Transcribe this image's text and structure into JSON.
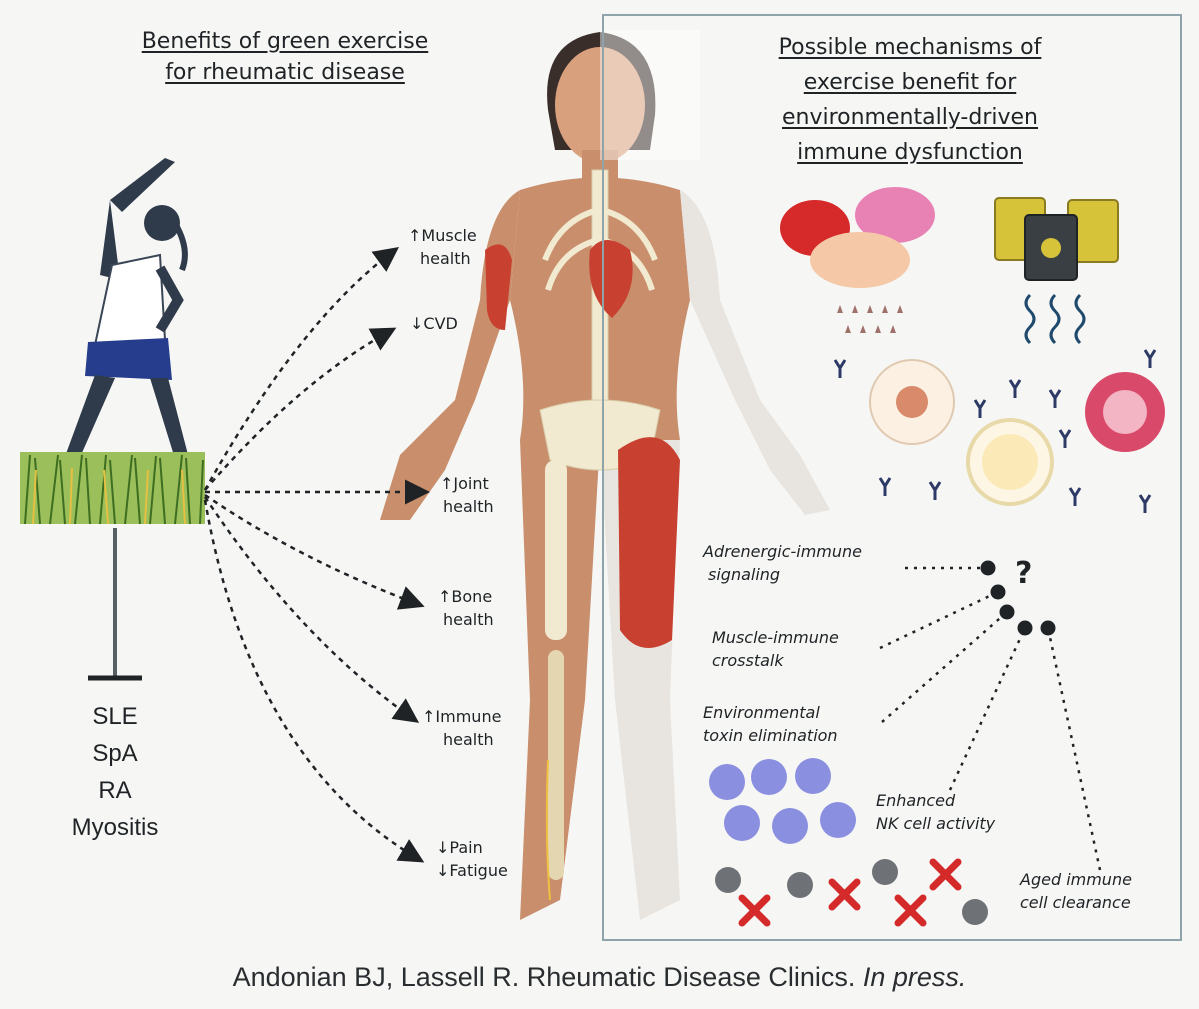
{
  "left_title": [
    "Benefits of green exercise",
    "for rheumatic disease"
  ],
  "right_title": [
    "Possible mechanisms of",
    "exercise benefit for",
    "environmentally-driven",
    "immune dysfunction"
  ],
  "benefits": [
    {
      "lines": [
        "↑Muscle",
        "health"
      ]
    },
    {
      "lines": [
        "↓CVD"
      ]
    },
    {
      "lines": [
        "↑Joint",
        "health"
      ]
    },
    {
      "lines": [
        "↑Bone",
        "health"
      ]
    },
    {
      "lines": [
        "↑Immune",
        "health"
      ]
    },
    {
      "lines": [
        "↓Pain",
        "↓Fatigue"
      ]
    }
  ],
  "diseases": [
    "SLE",
    "SpA",
    "RA",
    "Myositis"
  ],
  "mechanisms": [
    {
      "lines": [
        "Adrenergic-immune",
        "signaling"
      ]
    },
    {
      "lines": [
        "Muscle-immune",
        "crosstalk"
      ]
    },
    {
      "lines": [
        "Environmental",
        "toxin elimination"
      ]
    },
    {
      "lines": [
        "Enhanced",
        "NK cell activity"
      ]
    },
    {
      "lines": [
        "Aged immune",
        "cell clearance"
      ]
    }
  ],
  "question_mark": "?",
  "citation": {
    "main": "Andonian BJ, Lassell R. Rheumatic Disease Clinics. ",
    "italic": "In press."
  },
  "colors": {
    "muscle": "#c8402f",
    "skin": "#c98e6c",
    "bone": "#f2ead0",
    "panel_border": "#8fa3aa",
    "grass": "#5c8a2e",
    "nk_cell": "#8a8fe0",
    "x_mark": "#d42a2a"
  }
}
